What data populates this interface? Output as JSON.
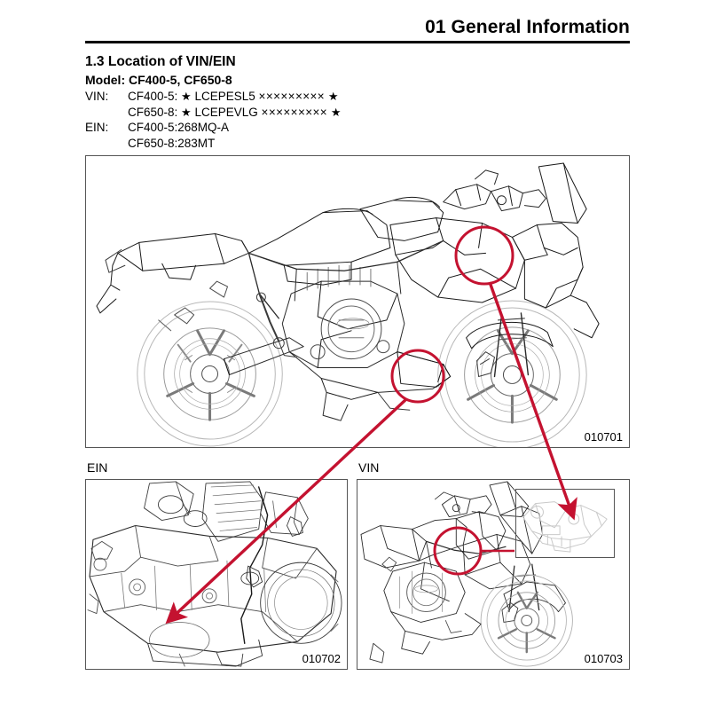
{
  "header": {
    "title": "01 General Information"
  },
  "section": {
    "number_title": "1.3 Location of VIN/EIN",
    "model_line": "Model: CF400-5, CF650-8"
  },
  "specs": [
    {
      "key": "VIN:",
      "lines": [
        {
          "model": "CF400-5:",
          "star_left": "★",
          "code": "LCEPESL5",
          "masked": "×××××××××",
          "star_right": "★"
        },
        {
          "model": "CF650-8:",
          "star_left": "★",
          "code": "LCEPEVLG",
          "masked": "×××××××××",
          "star_right": "★"
        }
      ]
    },
    {
      "key": "EIN:",
      "lines": [
        {
          "model": "CF400-5:268MQ-A",
          "star_left": "",
          "code": "",
          "masked": "",
          "star_right": ""
        },
        {
          "model": "CF650-8:283MT",
          "star_left": "",
          "code": "",
          "masked": "",
          "star_right": ""
        }
      ]
    }
  ],
  "figures": {
    "main": {
      "caption": "010701",
      "alt": "motorcycle-side-view-line-drawing"
    },
    "ein": {
      "label": "EIN",
      "caption": "010702",
      "alt": "engine-crankcase-closeup-line-drawing"
    },
    "vin": {
      "label": "VIN",
      "caption": "010703",
      "alt": "motorcycle-front-three-quarter-line-drawing"
    }
  },
  "colors": {
    "annotation_red": "#C41230",
    "line_art": "#1a1a1a",
    "panel_border": "#555555",
    "faint_art": "#c9c9c9"
  }
}
